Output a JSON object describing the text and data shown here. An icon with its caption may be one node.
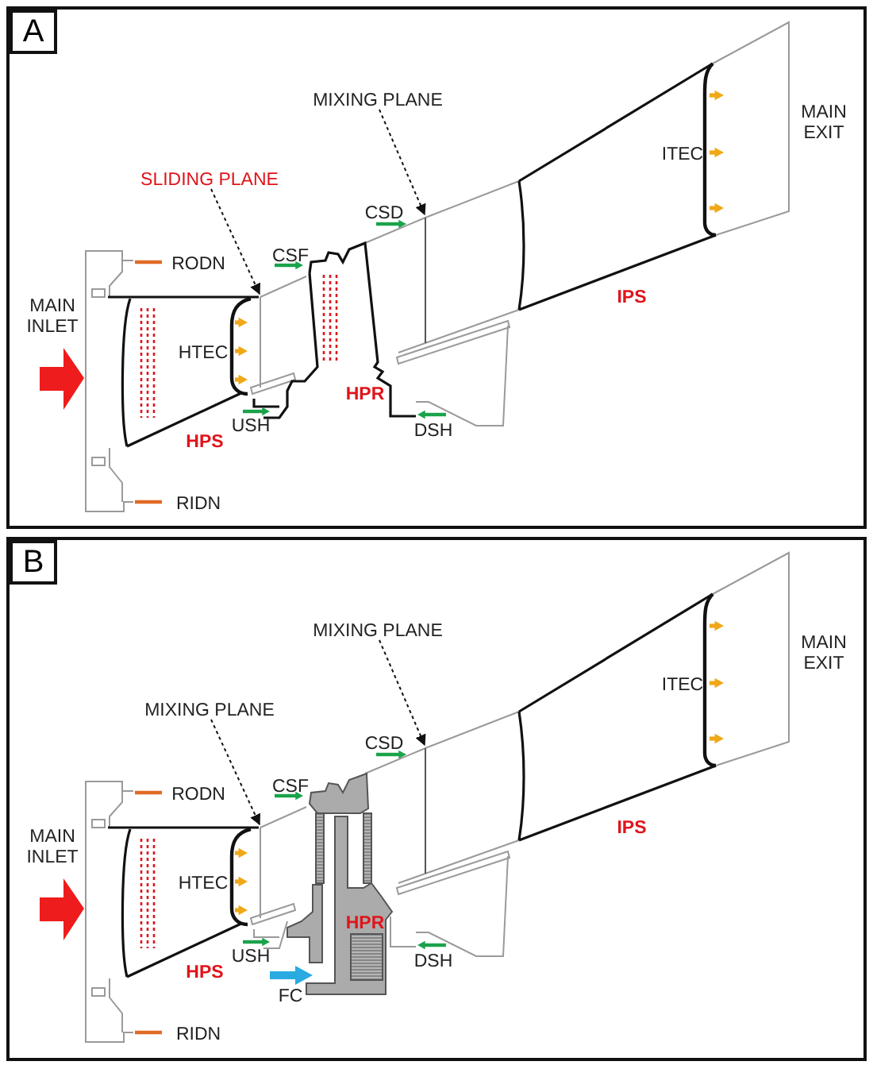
{
  "diagram": {
    "nodes": [
      {
        "text": [
          "A"
        ]
      },
      {
        "text": [
          "SLIDING PLANE"
        ],
        "in": 0
      },
      {
        "text": [],
        "shape": "bar",
        "in": 0
      },
      {
        "text": [
          "MIXING PLANE"
        ],
        "in": 0
      },
      {
        "text": [],
        "shape": "bar",
        "in": 0
      },
      {
        "text": [
          "B"
        ]
      },
      {
        "text": [
          "MIXING PLANE"
        ],
        "in": 5
      },
      {
        "text": [],
        "shape": "bar",
        "in": 5
      },
      {
        "text": [
          "MIXING PLANE"
        ],
        "in": 5
      },
      {
        "text": [],
        "shape": "bar",
        "in": 5
      }
    ],
    "edges": [
      {
        "from": 1,
        "to": 2,
        "arrow": "to",
        "style": "dashed"
      },
      {
        "from": 3,
        "to": 4,
        "arrow": "to",
        "style": "dashed"
      },
      {
        "from": 6,
        "to": 7,
        "arrow": "to",
        "style": "dashed"
      },
      {
        "from": 8,
        "to": 9,
        "arrow": "to",
        "style": "dashed"
      }
    ],
    "labels": [
      "MAIN INLET",
      "RODN",
      "HTEC",
      "HPS",
      "RIDN",
      "USH",
      "CSF",
      "HPR",
      "CSD",
      "DSH",
      "IPS",
      "ITEC",
      "MAIN EXIT",
      "MAIN INLET",
      "RODN",
      "HTEC",
      "HPS",
      "RIDN",
      "USH",
      "FC",
      "CSF",
      "HPR",
      "CSD",
      "DSH",
      "IPS",
      "ITEC",
      "MAIN EXIT"
    ]
  }
}
